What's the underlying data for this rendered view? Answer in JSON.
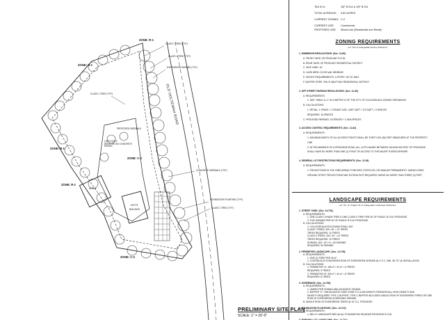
{
  "info": {
    "rows": [
      {
        "key": "TAX ID #:",
        "value": "10F B 014 & 10F B 011"
      },
      {
        "key": "TOTAL ACREAGE:",
        "value": "0.83 ACRES"
      },
      {
        "key": "CURRENT ZONING:",
        "value": "C-2"
      },
      {
        "key": "CURRENT USE:",
        "value": "Commercial"
      },
      {
        "key": "PROPOSED USE:",
        "value": "Mixed-Use (Residential and Retail)"
      }
    ]
  },
  "plan": {
    "title": "PRELIMINARY SITE PLAN",
    "scale": "SCALE: 1\" = 20'-0\"",
    "zones": [
      "ZONE: R-1",
      "ZONE: R-1",
      "ZONE: C-2",
      "ZONE: C-2",
      "ZONE: R-1",
      "ZONE: R-1"
    ],
    "road": "OLD OOLTEWAH ROAD",
    "callouts": [
      "CLASS 1 TREE (TYP.)",
      "CLASS 1 TREE (TYP.)",
      "EVERGREEN SHRUBS (TYP.)",
      "CLASS 1 TREE (TYP.)",
      "PROPOSED SIDEWALK",
      "LIGHT DUTY REINFORCED CONCRETE PAVING",
      "UNIT A",
      "UNIT B",
      "BUILDING",
      "CONCRETE SIDEWALK (TYP.)",
      "FOUNDATION PLANTING (TYP.)",
      "CLASS 1 TREE (TYP.)"
    ]
  },
  "zoning": {
    "title": "ZONING REQUIREMENTS",
    "subtitle": "per \"City of Collegedale Zoning Ordinance\"",
    "lines": [
      {
        "t": "1. DIMENSION REGULATIONS: (Sec. 11-80)",
        "h": true
      },
      {
        "t": "A. FRONT YARD: 25' FROM ANY R.O.W.",
        "h": false
      },
      {
        "t": "B. REAR YARD: 25' FROM ANY RESIDENTIAL DISTRICT",
        "h": false
      },
      {
        "t": "C. SIDE YARD: 10'",
        "h": false
      },
      {
        "t": "D. LAND AREA: 10,000 sqft. MINIMUM",
        "h": false
      },
      {
        "t": "E. HEIGHT REQUIREMENTS: 4 STORY / 60' IN. MAX.",
        "h": false
      },
      {
        "t": "F. BUFFER STRIP: 20ft. IF ABUTTING RESIDENTIAL DISTRICT",
        "h": false
      },
      {
        "t": "2. OFF STREET PARKING REGULATIONS: (Sec. 11-50)",
        "h": true
      },
      {
        "t": "A. REQUIREMENTS:",
        "h": false
      },
      {
        "t": "1. SEE \"TABLE 11-1\" IN CHAPTER XI OF THE CITY OF COLLEGEDALE ZONING ORDINANCE",
        "h": false
      },
      {
        "t": "B. CALCULATIONS:",
        "h": false
      },
      {
        "t": "1. RETAIL: 1 SPACE / 1 TENANT USE, 2,887 SQFT / 170 SQFT = 9 SPACES",
        "h": false
      },
      {
        "t": "REQUIRED: 16 SPACES",
        "h": false
      },
      {
        "t": "C. PROVIDED PARKING: 16 SPACES + 2 ADA SPACES",
        "h": false
      },
      {
        "t": "3. ACCESS CONTROL REQUIREMENTS: (Sec. 11-84)",
        "h": true
      },
      {
        "t": "A. REQUIREMENTS:",
        "h": false
      },
      {
        "t": "1. MAXIMUM WIDTH OF ALL ACCESS POINTS SHALL BE THIRTY-SIX (36) FEET MEASURED AT THE PROPERTY",
        "h": false
      },
      {
        "t": "LINE",
        "h": false
      },
      {
        "t": "2. IN THE ABSENCE OF A FRONTAGE ROAD, ALL LOTS HAVING BETWEEN 100 AND 500 FEET OF FRONTAGE",
        "h": false
      },
      {
        "t": "SHALL HAVE NO MORE THAN ONE (1) POINT OF ACCESS TO THE MAJOR THOROUGHFARE",
        "h": false
      },
      {
        "t": "4. GENERAL LOT RESTRICTIONS REQUIREMENTS: (Sec. 11-54)",
        "h": true
      },
      {
        "t": "A. REQUIREMENTS:",
        "h": false
      },
      {
        "t": "1. PROJECTIONS IN THE YARD AREAS: PORCHES, PORTICOS, OR SIMILAR PERMANENTLY UNENCLOSED",
        "h": false
      },
      {
        "t": "GROUND STORY PROJECTIONS MAY EXTEND INTO REQUIRED YARDS NO MORE THAN THREE (3) FEET",
        "h": false
      }
    ]
  },
  "landscape": {
    "title": "LANDSCAPE REQUIREMENTS",
    "subtitle": "per \"Art. IV, Chapter 11 of Collegedale Landscape Ordinance\"",
    "lines": [
      {
        "t": "1. STREET YARD: (Sec. 14-703)",
        "h": true
      },
      {
        "t": "A. REQUIREMENTS:",
        "h": false
      },
      {
        "t": "1. ONE CLASS I SHADE TREE & ONE CLASS II TREE PER 40' OF PUBLIC R.O.W. FRONTAGE",
        "h": false
      },
      {
        "t": "2. FIVE SHRUBS PER 40' OF PUBLIC R.O.W. FRONTAGE",
        "h": false
      },
      {
        "t": "B. CALCULATIONS:",
        "h": false
      },
      {
        "t": "1. COLLEGEDALE/OOLTEWAH ROAD: 400'",
        "h": false
      },
      {
        "t": "CLASS I TREES: 400 / 40' = 10 TREES",
        "h": false
      },
      {
        "t": "TREES REQUIRED: 10 TREES",
        "h": false
      },
      {
        "t": "CLASS II TREES: 400 / 40' = 10 TREES",
        "h": false
      },
      {
        "t": "TREES REQUIRED: 10 TREES",
        "h": false
      },
      {
        "t": "SHRUBS: 400 / 40' x 5 = 50 SHRUBS",
        "h": false
      },
      {
        "t": "REQUIRED: 50 SHRUBS",
        "h": false
      },
      {
        "t": "2. PERIMETER LANDSCAPE: (Sec. 14-705)",
        "h": true
      },
      {
        "t": "A. REQUIREMENTS:",
        "h": false
      },
      {
        "t": "1. ONE (1) TREE PER 40 LF",
        "h": false
      },
      {
        "t": "2. CONTINUOUS STAGGERED ROW OF EVERGREEN SHRUBS @ 3' O.C. MIN. 36\" HT. @ INSTALLATION",
        "h": false
      },
      {
        "t": "B. CALCULATIONS:",
        "h": false
      },
      {
        "t": "1. PERIMETER 'A': 180 LF / 40 LF = 5 TREES",
        "h": false
      },
      {
        "t": "REQUIRED: 5 TREES",
        "h": false
      },
      {
        "t": "2. PERIMETER 'B': 300 LF / 40 LF = 8 TREES",
        "h": false
      },
      {
        "t": "REQUIRED: 8 TREES",
        "h": false
      },
      {
        "t": "3. SCREENING: (Sec. 14-706)",
        "h": true
      },
      {
        "t": "A. REQUIREMENTS:",
        "h": false
      },
      {
        "t": "1. VARIES PER ZONING AND ADJACENT ZONING",
        "h": false
      },
      {
        "t": "2. BUFFER \"C\": 25ft ADJACENT HAVE ZONE R-2 (LOW DENSITY RESIDENTIAL) HIGH DENSITY AND",
        "h": false
      },
      {
        "t": "DENSITY REQUIRES TYPE C BUFFER, TYPE C BUFFER INCLUDES SINGLE ROW OF EVERGREEN TREES OR ONE",
        "h": false
      },
      {
        "t": "ROW OF EVERGREEN SCREENING SHRUBS",
        "h": false
      },
      {
        "t": "B. SINGLE ROW OF EVERGREEN TREES @ 10' O.C. PROVIDED",
        "h": false
      },
      {
        "t": "4. FOUNDATION PLANTINGS: (Sec. 14-710)",
        "h": true
      },
      {
        "t": "A. REQUIREMENTS:",
        "h": false
      },
      {
        "t": "1. MIN. 6' LANDSCAPE BED @ ALL FOUNDATION FACADES FRONTING R.O.W.",
        "h": false
      },
      {
        "t": "5. PARKING LOT LANDSCAPE: (Sec. 14-711)",
        "h": true
      }
    ]
  }
}
